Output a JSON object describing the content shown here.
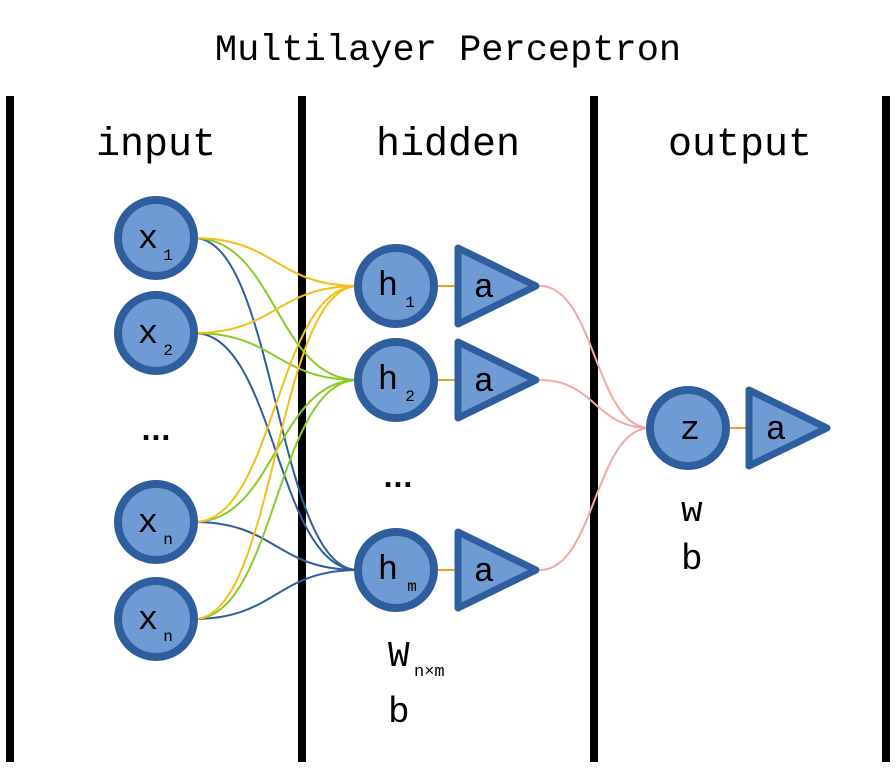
{
  "title": "Multilayer Perceptron",
  "layers": {
    "input": {
      "label": "input"
    },
    "hidden": {
      "label": "hidden"
    },
    "output": {
      "label": "output"
    }
  },
  "input_nodes": [
    {
      "label": "x",
      "sub": "1"
    },
    {
      "label": "x",
      "sub": "2"
    },
    {
      "label": "x",
      "sub": "n"
    },
    {
      "label": "x",
      "sub": "n"
    }
  ],
  "input_ellipsis": "...",
  "hidden_nodes": [
    {
      "label": "h",
      "sub": "1",
      "activation": "a"
    },
    {
      "label": "h",
      "sub": "2",
      "activation": "a"
    },
    {
      "label": "h",
      "sub": "m",
      "activation": "a"
    }
  ],
  "hidden_ellipsis": "...",
  "hidden_params": {
    "weights": "W",
    "weights_sub": "n×m",
    "bias": "b"
  },
  "output_node": {
    "label": "z",
    "activation": "a"
  },
  "output_params": {
    "weights": "w",
    "bias": "b"
  },
  "colors": {
    "node_fill": "#6f9bd4",
    "node_stroke": "#2f5e9e",
    "edge_yellow": "#f4bf1a",
    "edge_green": "#88cc2a",
    "edge_blue": "#2f5e9e",
    "edge_pink": "#f6a6a6",
    "connector_orange": "#e8a21a",
    "divider": "#000000"
  }
}
